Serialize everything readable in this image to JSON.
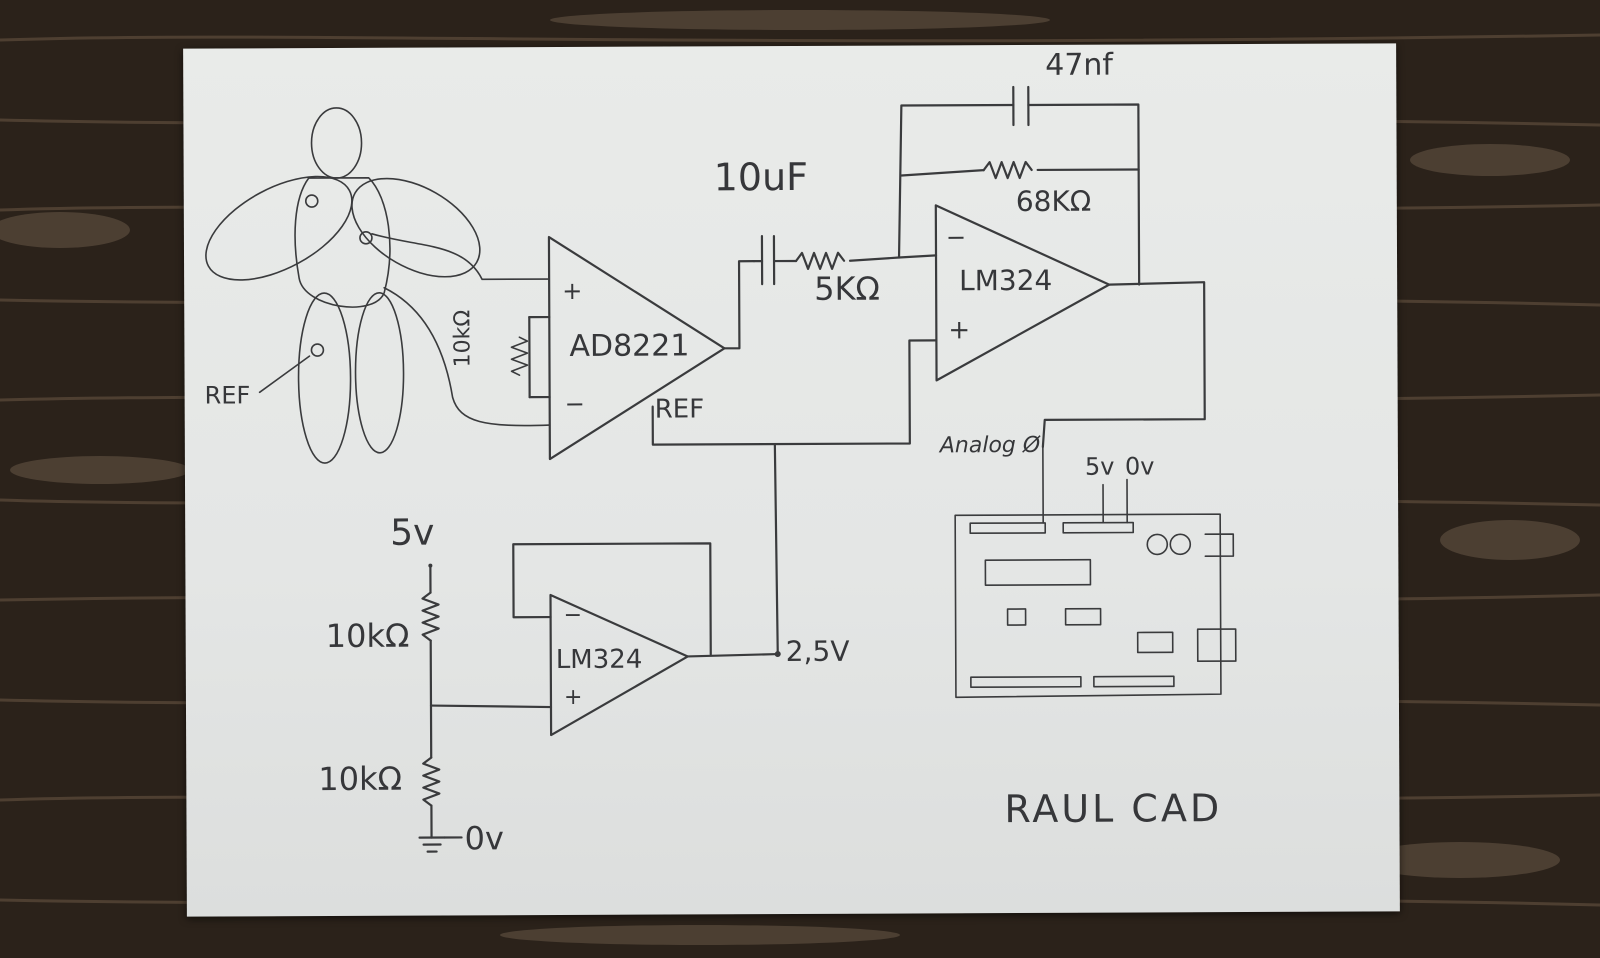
{
  "labels": {
    "cap_47nf": "47nf",
    "cap_10uf": "10uF",
    "res_68k": "68KΩ",
    "res_5k": "5KΩ",
    "opamp_top": "LM324",
    "opamp_bottom": "LM324",
    "ina": "AD8221",
    "ina_plus": "+",
    "ina_minus": "−",
    "opamp_top_minus": "−",
    "opamp_top_plus": "+",
    "opamp_bottom_minus": "−",
    "opamp_bottom_plus": "+",
    "ref_pin": "REF",
    "ref_body": "REF",
    "res_10k_ina": "10kΩ",
    "analog_pin": "Analog Ø",
    "supply_5v_arduino": "5v",
    "supply_0v_arduino": "0v",
    "supply_5v": "5v",
    "res_10k_top": "10kΩ",
    "res_10k_bottom": "10kΩ",
    "ground_0v": "0v",
    "mid_voltage": "2,5V",
    "signature": "RAUL CAD"
  },
  "colors": {
    "ink": "#3a3b3d",
    "paper": "#e6e8e7",
    "wood": "#2a2119"
  }
}
